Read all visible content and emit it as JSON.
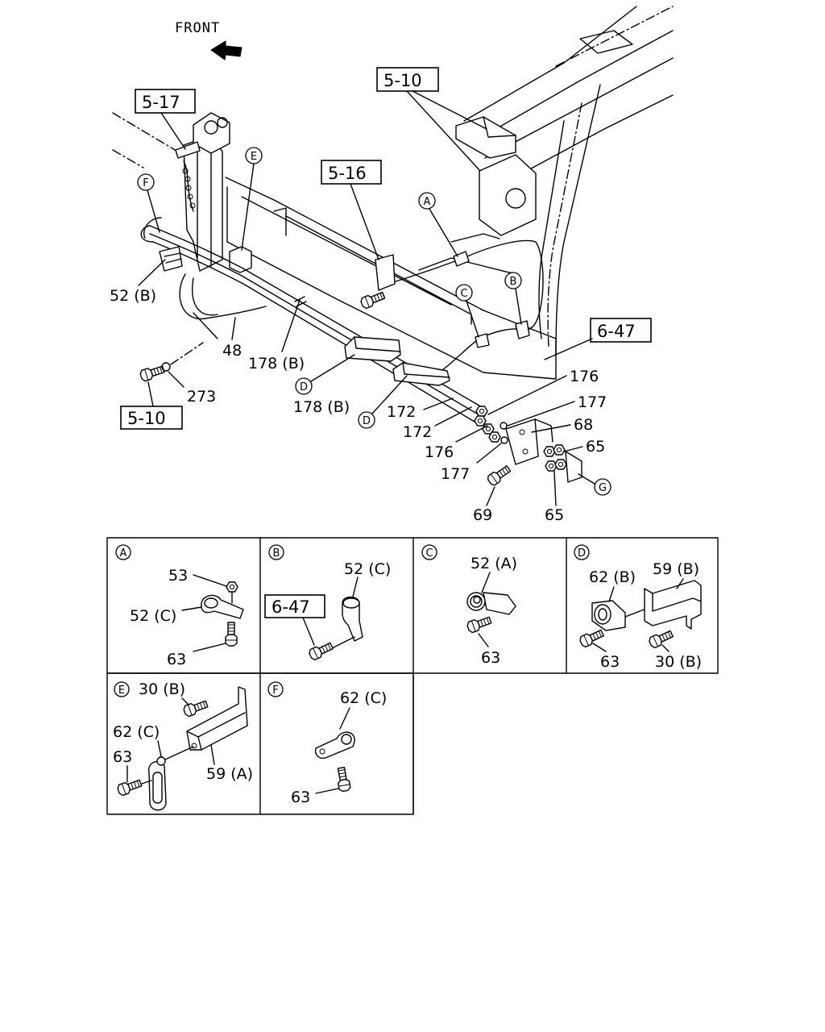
{
  "diagram": {
    "front_label": "FRONT",
    "refs": {
      "ref_5_17": "5-17",
      "ref_5_10_top": "5-10",
      "ref_5_16": "5-16",
      "ref_6_47": "6-47",
      "ref_5_10_bottom": "5-10"
    },
    "markers": {
      "a": "A",
      "b": "B",
      "c": "C",
      "d_upper": "D",
      "d_lower": "D",
      "e": "E",
      "f": "F",
      "g": "G"
    },
    "parts": {
      "p52b": "52 (B)",
      "p48": "48",
      "p178b_upper": "178 (B)",
      "p273": "273",
      "p178b_lower": "178 (B)",
      "p172_upper": "172",
      "p172_lower": "172",
      "p176_left": "176",
      "p177_left": "177",
      "p176_right": "176",
      "p177_right": "177",
      "p68": "68",
      "p65_upper": "65",
      "p69": "69",
      "p65_lower": "65"
    }
  },
  "details": {
    "a": {
      "marker": "A",
      "p53": "53",
      "p52c": "52 (C)",
      "p63": "63"
    },
    "b": {
      "marker": "B",
      "p52c": "52 (C)",
      "ref_6_47": "6-47"
    },
    "c": {
      "marker": "C",
      "p52a": "52 (A)",
      "p63": "63"
    },
    "d": {
      "marker": "D",
      "p62b": "62 (B)",
      "p59b": "59 (B)",
      "p63": "63",
      "p30b": "30 (B)"
    },
    "e": {
      "marker": "E",
      "p30b": "30 (B)",
      "p62c": "62 (C)",
      "p63": "63",
      "p59a": "59 (A)"
    },
    "f": {
      "marker": "F",
      "p62c": "62 (C)",
      "p63": "63"
    }
  }
}
